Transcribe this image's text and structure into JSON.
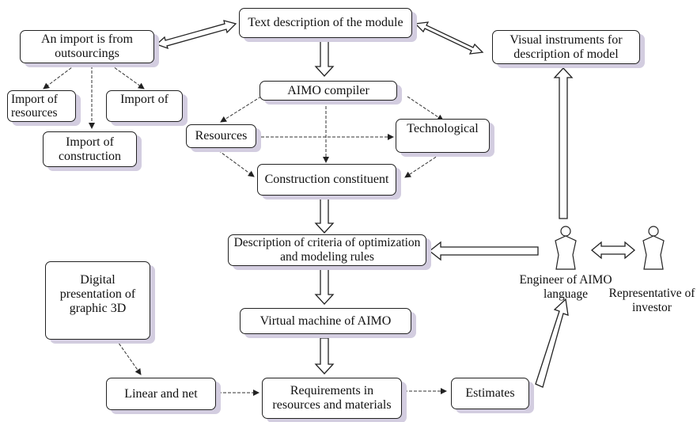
{
  "nodes": {
    "text_description": "Text description of the module",
    "import_outsourcings": "An import is from outsourcings",
    "visual_instruments": "Visual instruments for description of model",
    "import_resources": "Import of resources",
    "import_of": "Import of",
    "import_construction": "Import of construction",
    "aimo_compiler": "AIMO compiler",
    "resources": "Resources",
    "technological": "Technological",
    "construction_constituent": "Construction constituent",
    "criteria": "Description of criteria of optimization and modeling rules",
    "virtual_machine": "Virtual machine of AIMO",
    "digital_presentation": "Digital presentation of graphic 3D",
    "linear_net": "Linear and net",
    "requirements": "Requirements in resources and materials",
    "estimates": "Estimates"
  },
  "actors": {
    "engineer": "Engineer of AIMO language",
    "investor": "Representative of investor"
  },
  "colors": {
    "shadow": "#d3cde0",
    "stroke": "#222222"
  }
}
